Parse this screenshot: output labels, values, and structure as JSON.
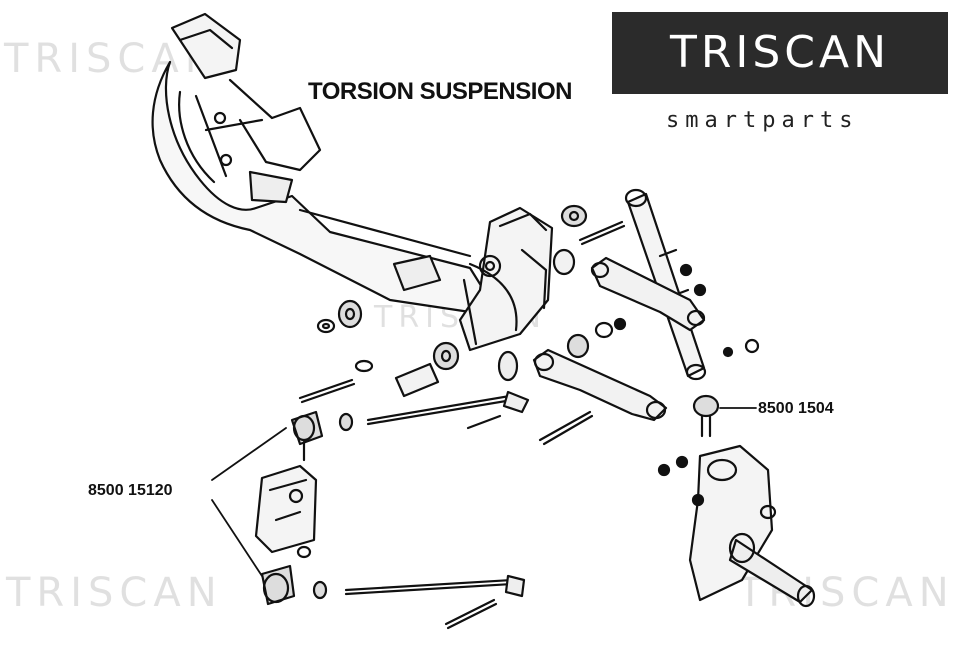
{
  "title": "TORSION SUSPENSION",
  "brand": {
    "name": "TRISCAN",
    "tagline": "smartparts",
    "logo_bg": "#2b2b2b",
    "logo_fg": "#ffffff",
    "logo_accent": "#f2c500"
  },
  "watermark": "TRISCAN",
  "part_numbers": {
    "ball_joint": "8500 1504",
    "tie_rod_ends": "8500 15120"
  },
  "icons": {
    "diagram": "suspension-exploded-view"
  }
}
